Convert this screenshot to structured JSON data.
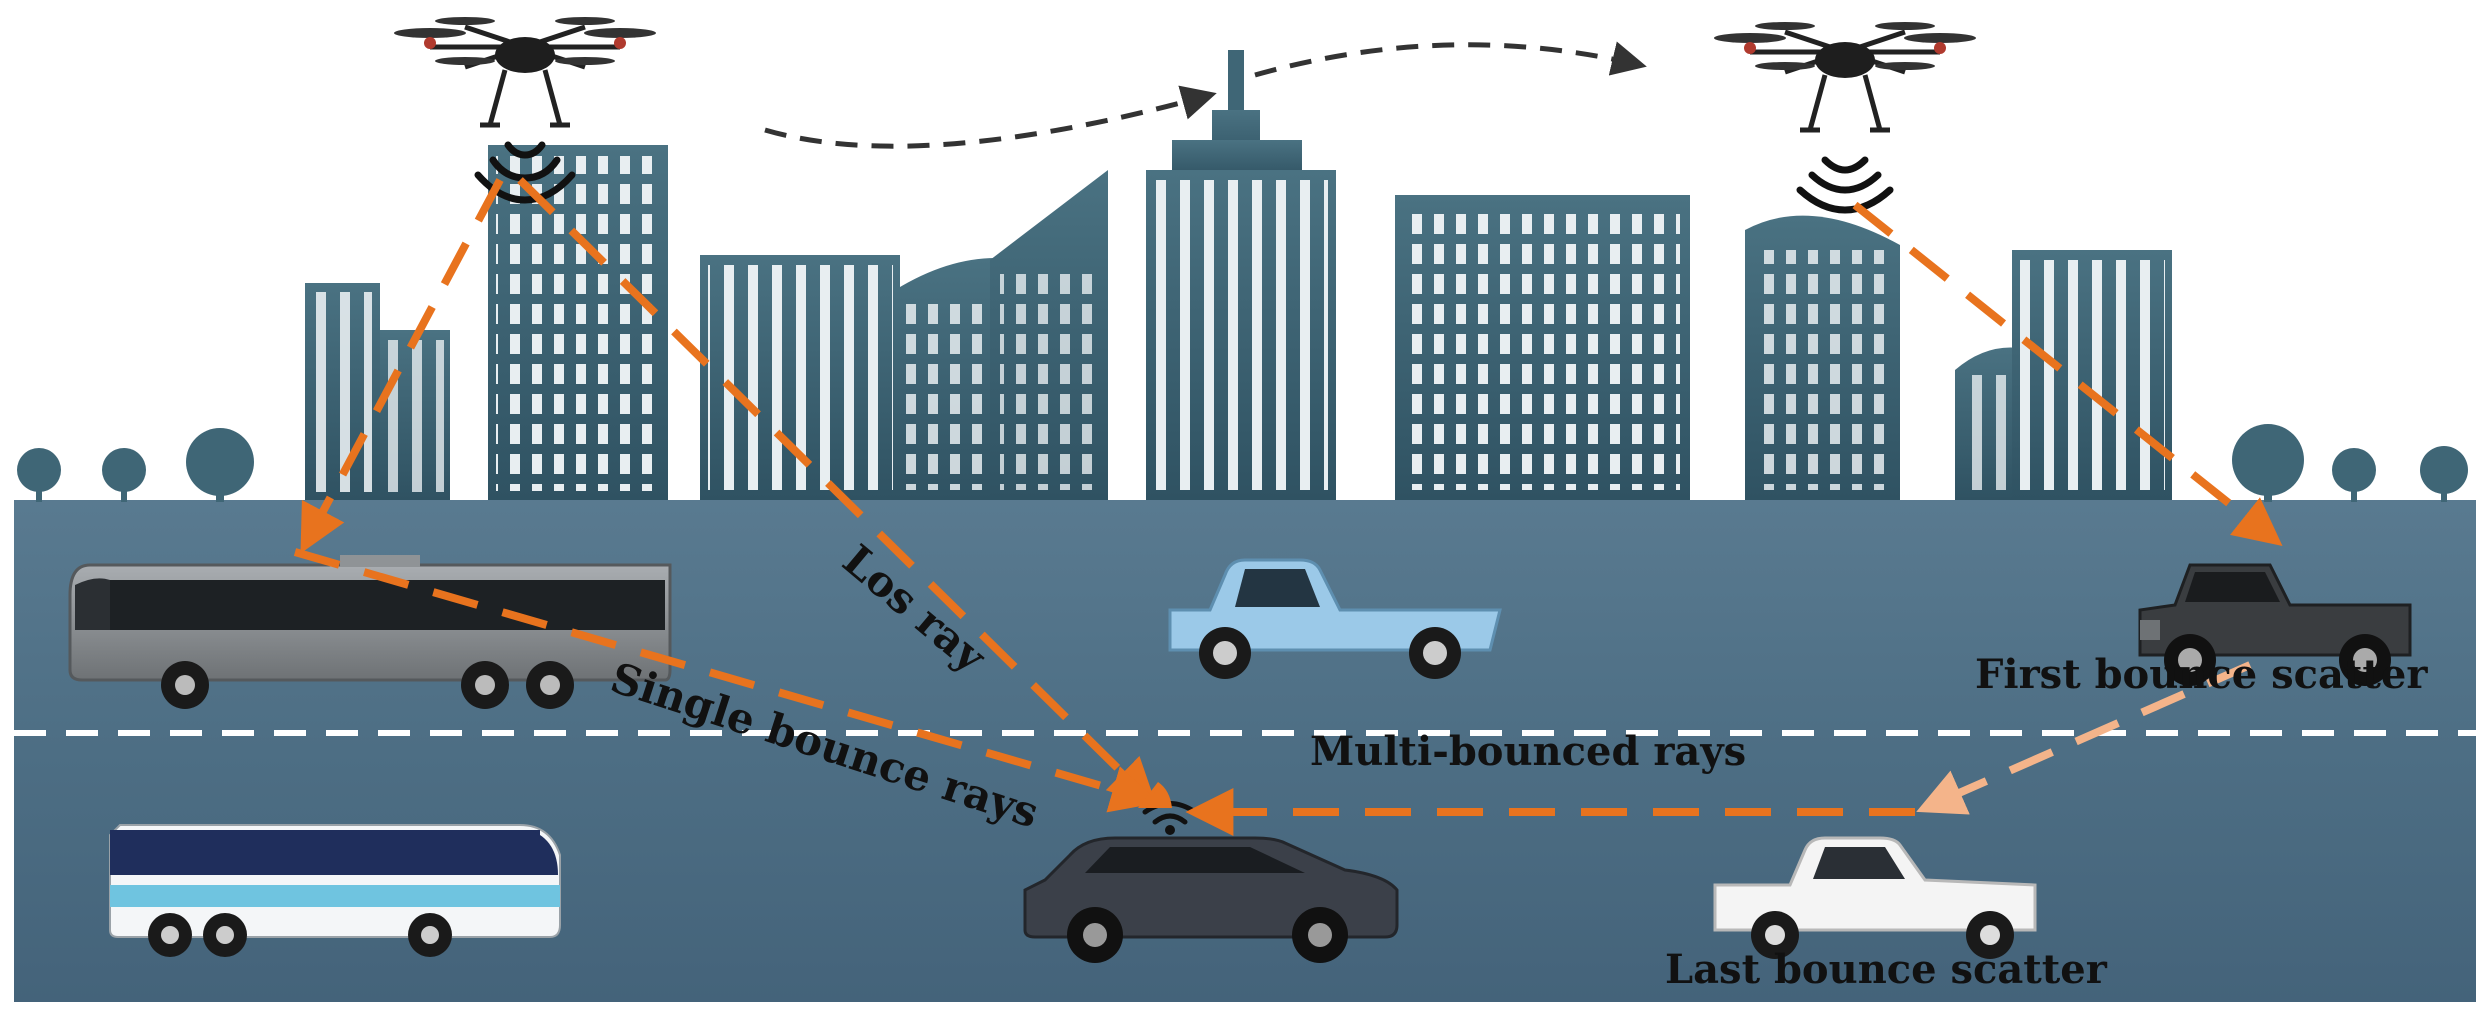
{
  "labels": {
    "los": "Los ray",
    "single": "Single bounce rays",
    "multi": "Multi-bounced rays",
    "first": "First bounce scatter",
    "last": "Last bounce scatter"
  },
  "colors": {
    "ray": "#E8731E",
    "ray_light": "#F4B48A",
    "road": "#4F6F86",
    "building": "#3F6676",
    "sky": "#FFFFFF",
    "lane": "#FFFFFF",
    "flight_path": "#333333"
  }
}
